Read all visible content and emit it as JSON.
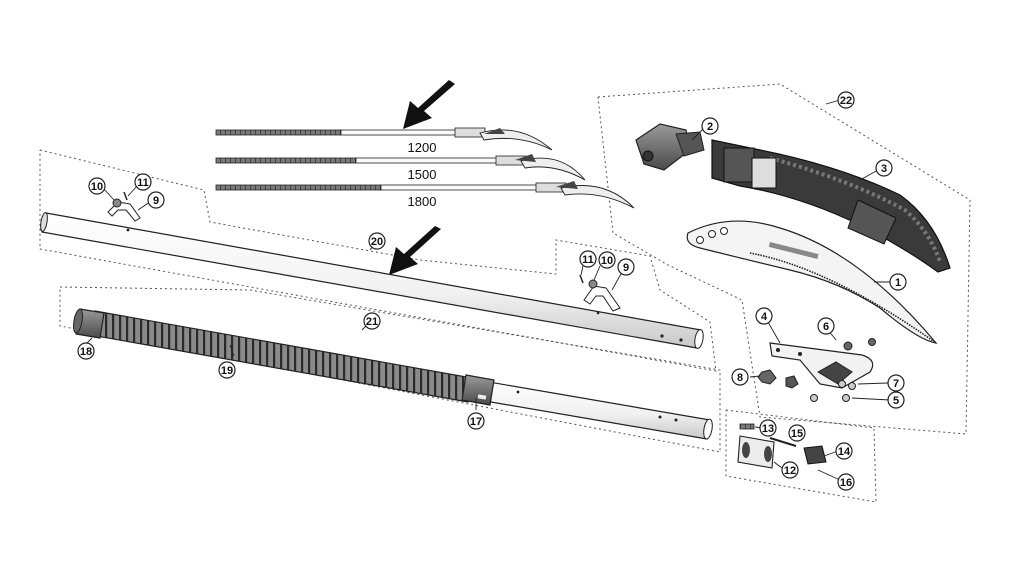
{
  "size_labels": {
    "s1200": "1200",
    "s1500": "1500",
    "s1800": "1800"
  },
  "callouts": {
    "c1": "1",
    "c2": "2",
    "c3": "3",
    "c4": "4",
    "c5": "5",
    "c6": "6",
    "c7": "7",
    "c8": "8",
    "c9a": "9",
    "c9b": "9",
    "c10a": "10",
    "c10b": "10",
    "c11a": "11",
    "c11b": "11",
    "c12": "12",
    "c13": "13",
    "c14": "14",
    "c15": "15",
    "c16": "16",
    "c17": "17",
    "c18": "18",
    "c19": "19",
    "c20": "20",
    "c21": "21",
    "c22": "22"
  }
}
